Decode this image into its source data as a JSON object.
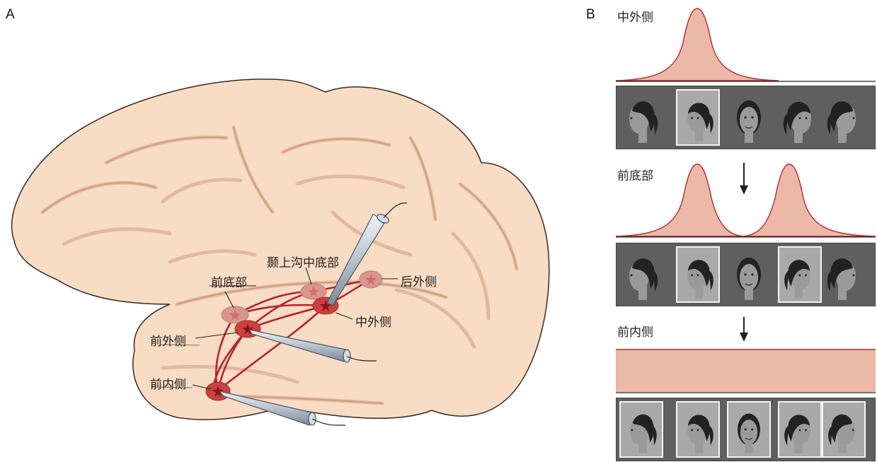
{
  "panels": {
    "a_label": "A",
    "b_label": "B"
  },
  "brain_labels": {
    "anterior_basal": "前底部",
    "sts_middle_fundus": "颞上沟中底部",
    "posterior_lateral": "后外侧",
    "middle_lateral": "中外侧",
    "anterior_lateral": "前外侧",
    "anterior_medial": "前内侧"
  },
  "tuning_rows": [
    {
      "label": "中外侧",
      "curve": "single-peak",
      "peak_positions": [
        2
      ],
      "selected_faces": [
        2
      ]
    },
    {
      "label": "前底部",
      "curve": "double-peak",
      "peak_positions": [
        2,
        4
      ],
      "selected_faces": [
        2,
        4
      ]
    },
    {
      "label": "前内侧",
      "curve": "flat",
      "peak_positions": [],
      "selected_faces": [
        1,
        2,
        3,
        4,
        5
      ]
    }
  ],
  "face_views": [
    "left-profile",
    "left-half",
    "frontal",
    "right-half",
    "right-profile"
  ],
  "colors": {
    "brain_fill": "#f8dcc3",
    "fiber": "#b5232d",
    "patch": "#d9968f",
    "curve_fill": "#ecb8a8",
    "curve_line": "#b12b2f"
  }
}
